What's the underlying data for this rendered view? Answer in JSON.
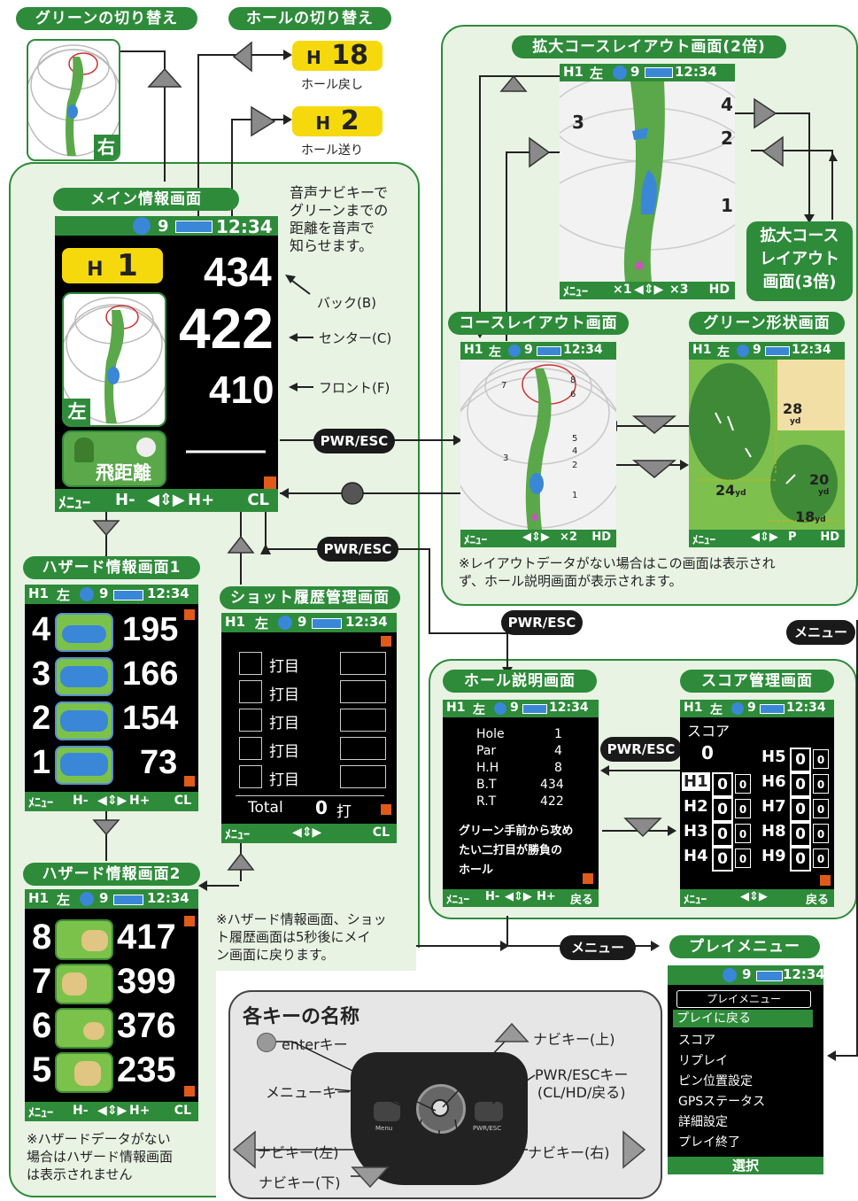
{
  "top": {
    "green_switch_label": "グリーンの切り替え",
    "hole_switch_label": "ホールの切り替え",
    "right_badge": "右",
    "hole_back": {
      "h": "H",
      "num": "18",
      "caption": "ホール戻し"
    },
    "hole_next": {
      "h": "H",
      "num": "2",
      "caption": "ホール送り"
    }
  },
  "main": {
    "title": "メイン情報画面",
    "status": {
      "sats": "9",
      "time": "12:34"
    },
    "hole_h": "H",
    "hole_num": "1",
    "badge": "左",
    "back": "434",
    "center": "422",
    "front": "410",
    "dist_label": "飛距離",
    "dashes": "———",
    "footer": {
      "menu": "ﾒﾆｭｰ",
      "h_minus": "H-",
      "nav": "◀⇕▶",
      "h_plus": "H+",
      "right": "CL"
    },
    "voice_note": [
      "音声ナビキーで",
      "グリーンまでの",
      "距離を音声で",
      "知らせます。"
    ],
    "back_label": "バック(B)",
    "center_label": "センター(C)",
    "front_label": "フロント(F)"
  },
  "zoom": {
    "title": "拡大コースレイアウト画面(2倍)",
    "status": {
      "hole": "H1",
      "side": "左",
      "sats": "9",
      "time": "12:34"
    },
    "pins": [
      "4",
      "3",
      "2",
      "1"
    ],
    "footer": {
      "menu": "ﾒﾆｭｰ",
      "x1": "×1",
      "nav": "◀⇕▶",
      "x3": "×3",
      "right": "HD"
    },
    "x3_label": [
      "拡大コース",
      "レイアウト",
      "画面(3倍)"
    ]
  },
  "layout": {
    "title": "コースレイアウト画面",
    "status": {
      "hole": "H1",
      "side": "左",
      "sats": "9",
      "time": "12:34"
    },
    "pins": [
      "7",
      "8",
      "6",
      "5",
      "4",
      "3",
      "2",
      "1"
    ],
    "footer": {
      "menu": "ﾒﾆｭｰ",
      "nav": "◀⇕▶",
      "x2": "×2",
      "right": "HD"
    },
    "note": [
      "※レイアウトデータがない場合はこの画面は表示され",
      "ず、ホール説明画面が表示されます。"
    ]
  },
  "green": {
    "title": "グリーン形状画面",
    "status": {
      "hole": "H1",
      "side": "左",
      "sats": "9",
      "time": "12:34"
    },
    "d1": "28",
    "d1u": "yd",
    "d2": "24",
    "d2u": "yd",
    "d3": "20",
    "d3u": "yd",
    "d4": "18",
    "d4u": "yd",
    "footer": {
      "menu": "ﾒﾆｭｰ",
      "nav": "◀⇕▶",
      "p": "P",
      "right": "HD"
    }
  },
  "keys": {
    "pwr_esc": "PWR/ESC",
    "pwr_esc2": "PWR/ESC",
    "pwr_esc3": "PWR/ESC",
    "pwr_esc4": "PWR/ESC",
    "menu1": "メニュー",
    "menu2": "メニュー"
  },
  "hazard1": {
    "title": "ハザード情報画面1",
    "status": {
      "hole": "H1",
      "side": "左",
      "sats": "9",
      "time": "12:34"
    },
    "rows": [
      {
        "n": "4",
        "d": "195"
      },
      {
        "n": "3",
        "d": "166"
      },
      {
        "n": "2",
        "d": "154"
      },
      {
        "n": "1",
        "d": "73"
      }
    ],
    "footer": {
      "menu": "ﾒﾆｭｰ",
      "h_minus": "H-",
      "nav": "◀⇕▶",
      "h_plus": "H+",
      "right": "CL"
    }
  },
  "hazard2": {
    "title": "ハザード情報画面2",
    "status": {
      "hole": "H1",
      "side": "左",
      "sats": "9",
      "time": "12:34"
    },
    "rows": [
      {
        "n": "8",
        "d": "417"
      },
      {
        "n": "7",
        "d": "399"
      },
      {
        "n": "6",
        "d": "376"
      },
      {
        "n": "5",
        "d": "235"
      }
    ],
    "footer": {
      "menu": "ﾒﾆｭｰ",
      "h_minus": "H-",
      "nav": "◀⇕▶",
      "h_plus": "H+",
      "right": "CL"
    },
    "note": [
      "※ハザードデータがない",
      "場合はハザード情報画面",
      "は表示されません"
    ]
  },
  "shot": {
    "title": "ショット履歴管理画面",
    "status": {
      "hole": "H1",
      "side": "左",
      "sats": "9",
      "time": "12:34"
    },
    "row_label": "打目",
    "total_label": "Total",
    "total_value": "0",
    "total_unit": "打",
    "footer": {
      "menu": "ﾒﾆｭｰ",
      "nav": "◀⇕▶",
      "right": "CL"
    },
    "note": [
      "※ハザード情報画面、ショッ",
      "ト履歴画面は5秒後にメイ",
      "ン画面に戻ります。"
    ]
  },
  "holedesc": {
    "title": "ホール説明画面",
    "status": {
      "hole": "H1",
      "side": "左",
      "sats": "9",
      "time": "12:34"
    },
    "rows": [
      {
        "k": "Hole",
        "v": "1"
      },
      {
        "k": "Par",
        "v": "4"
      },
      {
        "k": "H.H",
        "v": "8"
      },
      {
        "k": "B.T",
        "v": "434"
      },
      {
        "k": "R.T",
        "v": "422"
      }
    ],
    "desc": [
      "グリーン手前から攻め",
      "たい二打目が勝負の",
      "ホール"
    ],
    "footer": {
      "menu": "ﾒﾆｭｰ",
      "h_minus": "H-",
      "nav": "◀⇕▶",
      "h_plus": "H+",
      "right": "戻る"
    }
  },
  "score": {
    "title": "スコア管理画面",
    "status": {
      "hole": "H1",
      "side": "左",
      "sats": "9",
      "time": "12:34"
    },
    "label": "スコア",
    "total": "0",
    "left": [
      {
        "h": "H1",
        "a": "0",
        "b": "0"
      },
      {
        "h": "H2",
        "a": "0",
        "b": "0"
      },
      {
        "h": "H3",
        "a": "0",
        "b": "0"
      },
      {
        "h": "H4",
        "a": "0",
        "b": "0"
      }
    ],
    "right": [
      {
        "h": "H5",
        "a": "0",
        "b": "0"
      },
      {
        "h": "H6",
        "a": "0",
        "b": "0"
      },
      {
        "h": "H7",
        "a": "0",
        "b": "0"
      },
      {
        "h": "H8",
        "a": "0",
        "b": "0"
      },
      {
        "h": "H9",
        "a": "0",
        "b": "0"
      }
    ],
    "footer": {
      "menu": "ﾒﾆｭｰ",
      "nav": "◀⇕▶",
      "right": "戻る"
    }
  },
  "playmenu": {
    "title": "プレイメニュー",
    "status": {
      "sats": "9",
      "time": "12:34"
    },
    "header": "プレイメニュー",
    "items": [
      "プレイに戻る",
      "スコア",
      "リプレイ",
      "ピン位置設定",
      "GPSステータス",
      "詳細設定",
      "プレイ終了"
    ],
    "footer": "選択"
  },
  "keynames": {
    "title": "各キーの名称",
    "enter": "enterキー",
    "up": "ナビキー(上)",
    "menu": "メニューキー",
    "pwr": "PWR/ESCキー",
    "pwr2": "(CL/HD/戻る)",
    "left": "ナビキー(左)",
    "right": "ナビキー(右)",
    "down": "ナビキー(下)",
    "btn_menu": "Menu",
    "btn_pwr": "PWR/ESC"
  }
}
